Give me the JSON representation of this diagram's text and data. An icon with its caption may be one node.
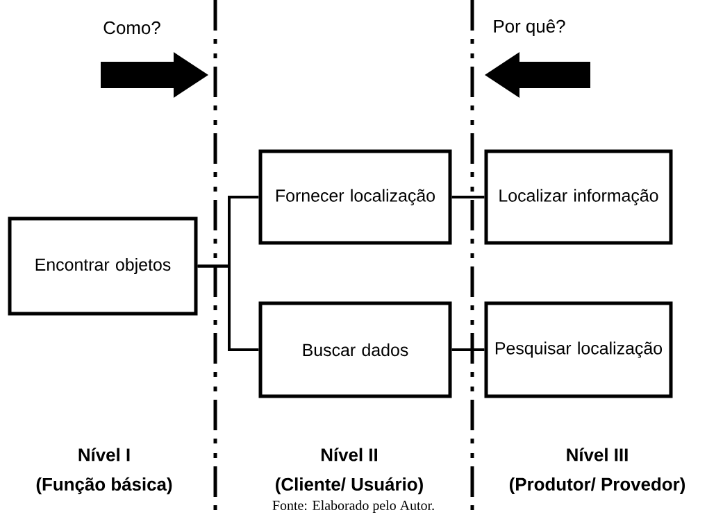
{
  "diagram": {
    "caption": "Fonte: Elaborado pelo Autor.",
    "nodes": [
      {
        "text": [
          "Encontrar objetos"
        ]
      },
      {
        "text": [
          "Fornecer localização"
        ]
      },
      {
        "text": [
          "Buscar dados"
        ]
      },
      {
        "text": [
          "Localizar informação"
        ]
      },
      {
        "text": [
          "Pesquisar localização"
        ]
      }
    ],
    "edges": [
      {
        "from": 0,
        "to": 1,
        "arrow": "none"
      },
      {
        "from": 0,
        "to": 2,
        "arrow": "none"
      },
      {
        "from": 1,
        "to": 3,
        "arrow": "none"
      },
      {
        "from": 2,
        "to": 4,
        "arrow": "none"
      }
    ],
    "labels": [
      "Como?",
      "Por quê?",
      "Nível I",
      "(Função básica)",
      "Nível II",
      "(Cliente/ Usuário)",
      "Nível III",
      "(Produtor/ Provedor)"
    ]
  }
}
